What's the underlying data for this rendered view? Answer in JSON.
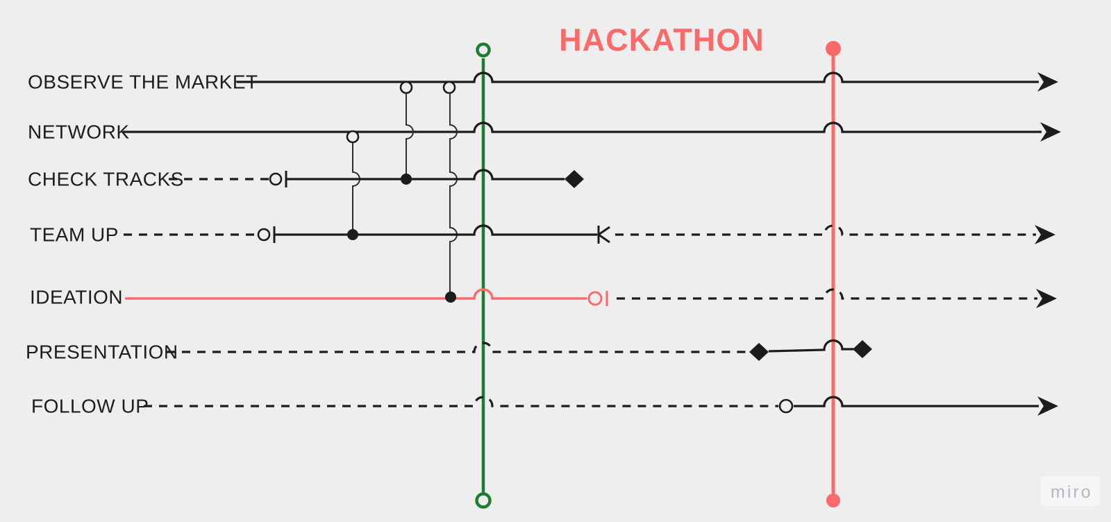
{
  "title": "HACKATHON",
  "watermark": "miro",
  "colors": {
    "background": "#eeeeef",
    "line_black": "#1c1c1c",
    "accent_red": "#f96b6b",
    "accent_green": "#1e7d32",
    "watermark_text": "#b6b6c2",
    "watermark_bg": "#f5f5f6"
  },
  "rows": [
    {
      "label": "OBSERVE THE MARKET",
      "line_style": "solid",
      "end_marker": "arrow"
    },
    {
      "label": "NETWORK",
      "line_style": "solid",
      "end_marker": "arrow"
    },
    {
      "label": "CHECK TRACKS",
      "line_style": "dashed then solid",
      "start_marker": "circle-tick",
      "mid_marker": "filled-dot",
      "end_marker": "diamond"
    },
    {
      "label": "TEAM UP",
      "line_style": "dashed, solid, dashed",
      "start_marker": "circle-tick",
      "mid_markers": [
        "filled-dot",
        "bar-with-left-arrow"
      ],
      "end_marker": "arrow"
    },
    {
      "label": "IDEATION",
      "line_style": "red solid then black dashed",
      "mid_markers": [
        "filled-dot",
        "red-circle-tick"
      ],
      "end_marker": "arrow"
    },
    {
      "label": "PRESENTATION",
      "line_style": "dashed then solid",
      "segment_markers": [
        "diamond",
        "diamond"
      ]
    },
    {
      "label": "FOLLOW UP",
      "line_style": "dashed then solid",
      "mid_marker": "hollow-circle",
      "end_marker": "arrow"
    }
  ],
  "event_lines": [
    {
      "name": "green vertical line",
      "color": "#1e7d32",
      "ends": "hollow circles"
    },
    {
      "name": "red vertical line",
      "color": "#f96b6b",
      "ends": "filled circles"
    }
  ]
}
